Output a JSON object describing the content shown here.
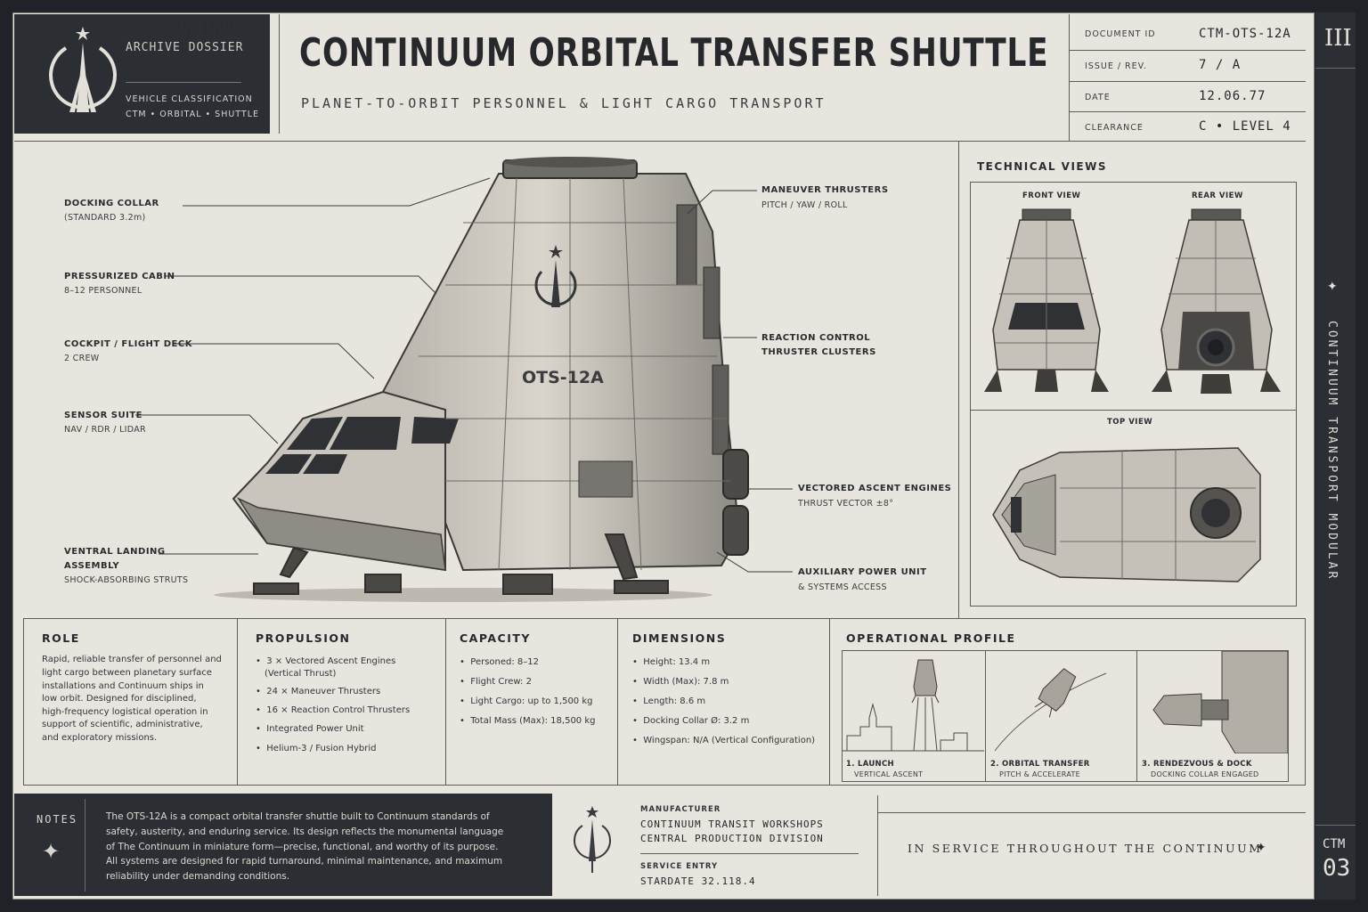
{
  "brand": {
    "title": "THE CONTINUUM",
    "subtitle": "ARCHIVE DOSSIER",
    "classification_label": "VEHICLE CLASSIFICATION",
    "classification_value": "CTM • ORBITAL • SHUTTLE"
  },
  "header": {
    "title": "CONTINUUM ORBITAL TRANSFER SHUTTLE",
    "subtitle": "PLANET-TO-ORBIT PERSONNEL & LIGHT CARGO TRANSPORT"
  },
  "meta": [
    {
      "label": "DOCUMENT ID",
      "value": "CTM-OTS-12A"
    },
    {
      "label": "ISSUE / REV.",
      "value": "7 / A"
    },
    {
      "label": "DATE",
      "value": "12.06.77"
    },
    {
      "label": "CLEARANCE",
      "value": "C • LEVEL 4"
    }
  ],
  "side_strip": {
    "top_mark": "III",
    "vertical_text": "CONTINUUM TRANSPORT MODULAR",
    "code": "CTM",
    "page": "03"
  },
  "vehicle": {
    "hull_marking": "OTS-12A"
  },
  "callouts": [
    {
      "title": "DOCKING COLLAR",
      "sub": "(STANDARD 3.2m)"
    },
    {
      "title": "PRESSURIZED CABIN",
      "sub": "8–12 PERSONNEL"
    },
    {
      "title": "COCKPIT / FLIGHT DECK",
      "sub": "2 CREW"
    },
    {
      "title": "SENSOR SUITE",
      "sub": "NAV / RDR / LIDAR"
    },
    {
      "title": "VENTRAL LANDING",
      "title2": "ASSEMBLY",
      "sub": "SHOCK-ABSORBING STRUTS"
    },
    {
      "title": "MANEUVER THRUSTERS",
      "sub": "PITCH / YAW / ROLL"
    },
    {
      "title": "REACTION CONTROL",
      "title2": "THRUSTER CLUSTERS"
    },
    {
      "title": "VECTORED ASCENT ENGINES",
      "sub": "THRUST VECTOR ±8°"
    },
    {
      "title": "AUXILIARY POWER UNIT",
      "sub": "& SYSTEMS ACCESS"
    }
  ],
  "technical_views": {
    "title": "TECHNICAL VIEWS",
    "front": "FRONT VIEW",
    "rear": "REAR VIEW",
    "top": "TOP VIEW"
  },
  "role": {
    "title": "ROLE",
    "lines": [
      "Rapid, reliable transfer of personnel and",
      "light cargo between planetary surface",
      "installations and Continuum ships in",
      "low orbit. Designed for disciplined,",
      "high-frequency logistical operation in",
      "support of scientific, administrative,",
      "and exploratory missions."
    ]
  },
  "propulsion": {
    "title": "PROPULSION",
    "items": [
      "3 × Vectored Ascent Engines",
      "(Vertical Thrust)",
      "24 × Maneuver Thrusters",
      "16 × Reaction Control Thrusters",
      "Integrated Power Unit",
      "Helium-3 / Fusion Hybrid"
    ]
  },
  "capacity": {
    "title": "CAPACITY",
    "items": [
      "Personed:  8–12",
      "Flight Crew:  2",
      "Light Cargo:  up to 1,500 kg",
      "Total Mass (Max):  18,500 kg"
    ]
  },
  "dimensions": {
    "title": "DIMENSIONS",
    "items": [
      "Height:  13.4 m",
      "Width (Max):  7.8 m",
      "Length:  8.6 m",
      "Docking Collar Ø:  3.2 m",
      "Wingspan:  N/A (Vertical Configuration)"
    ]
  },
  "operational_profile": {
    "title": "OPERATIONAL PROFILE",
    "steps": [
      {
        "label": "1. LAUNCH",
        "sub": "VERTICAL ASCENT"
      },
      {
        "label": "2. ORBITAL TRANSFER",
        "sub": "PITCH & ACCELERATE"
      },
      {
        "label": "3. RENDEZVOUS & DOCK",
        "sub": "DOCKING COLLAR ENGAGED"
      }
    ]
  },
  "notes": {
    "title": "NOTES",
    "lines": [
      "The OTS-12A is a compact orbital transfer shuttle built to Continuum standards of",
      "safety, austerity, and enduring service. Its design reflects the monumental language",
      "of The Continuum in miniature form—precise, functional, and worthy of its purpose.",
      "All systems are designed for rapid turnaround, minimal maintenance, and maximum",
      "reliability under demanding conditions."
    ]
  },
  "manufacturer": {
    "label": "MANUFACTURER",
    "line1": "CONTINUUM TRANSIT WORKSHOPS",
    "line2": "CENTRAL PRODUCTION DIVISION",
    "service_label": "SERVICE ENTRY",
    "service_value": "STARDATE 32.118.4"
  },
  "motto": "IN SERVICE THROUGHOUT THE CONTINUUM"
}
